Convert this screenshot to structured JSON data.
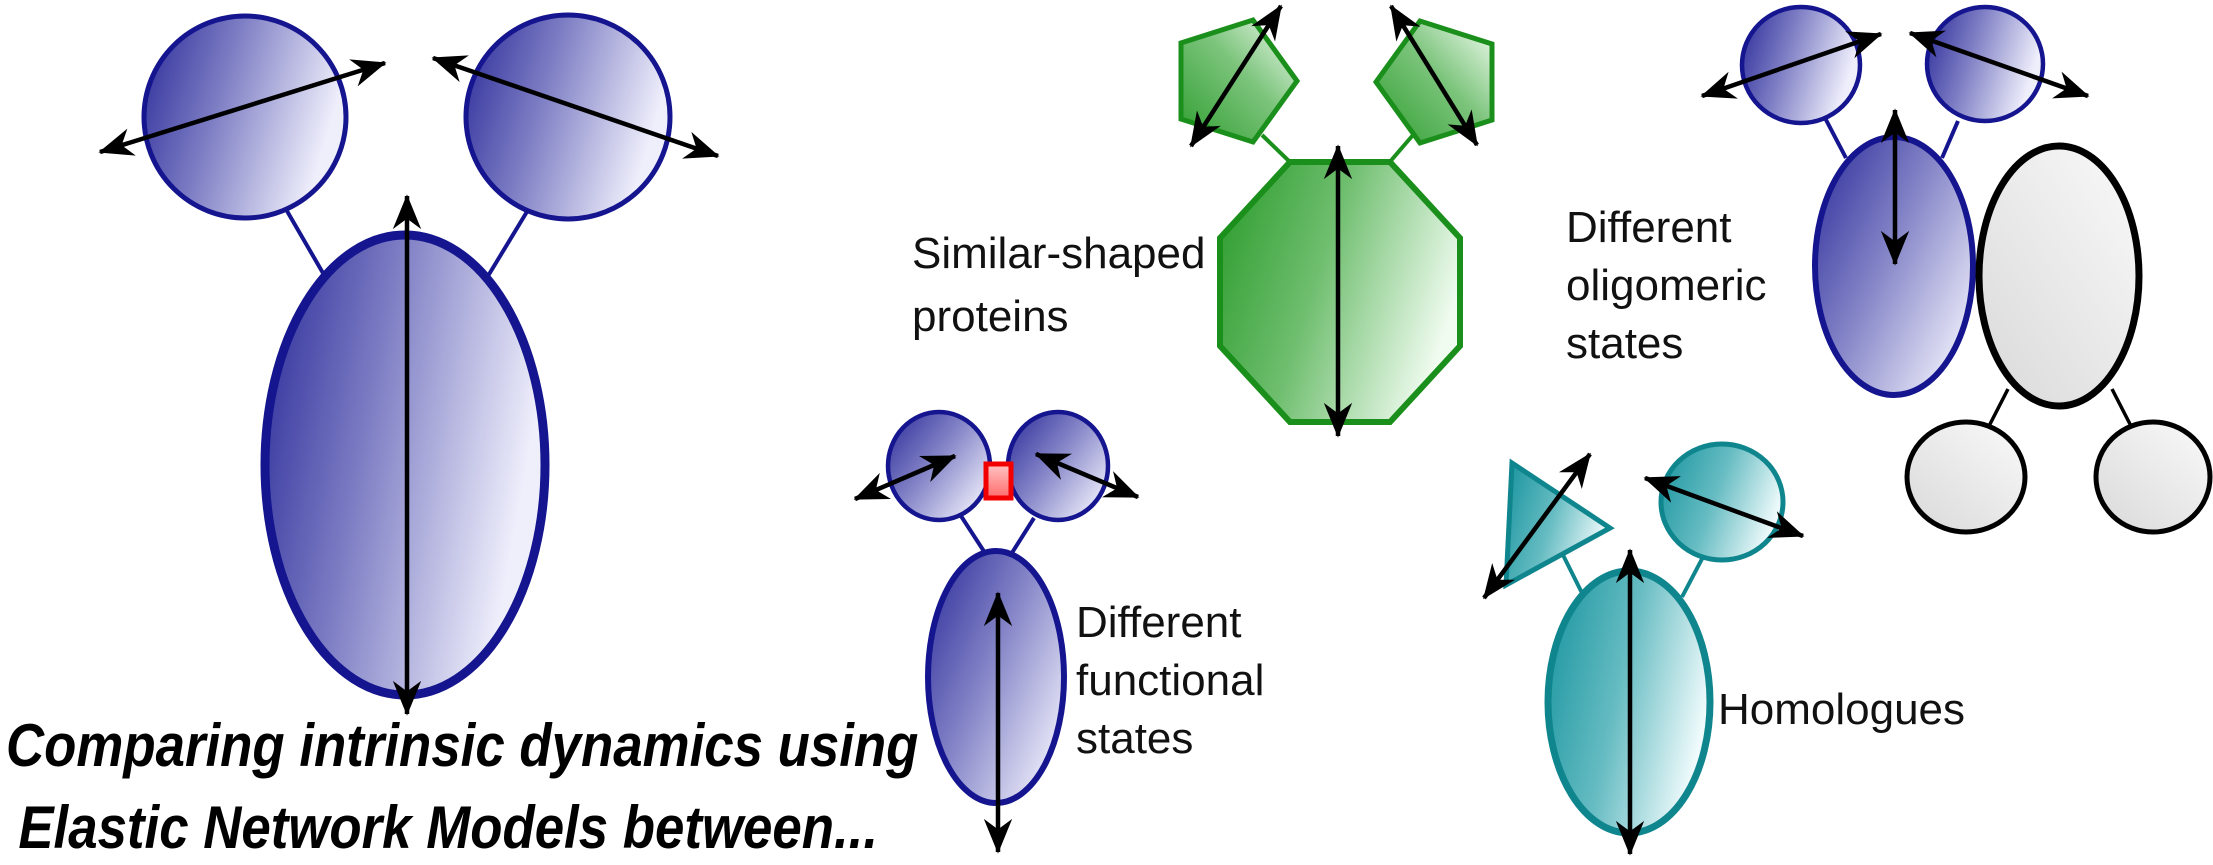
{
  "headline": {
    "line1": "Comparing intrinsic dynamics using",
    "line2": "Elastic Network Models between..."
  },
  "labels": {
    "similar_shaped": {
      "line1": "Similar-shaped",
      "line2": "proteins"
    },
    "functional_states": {
      "line1": "Different",
      "line2": "functional",
      "line3": "states"
    },
    "oligomeric_states": {
      "line1": "Different",
      "line2": "oligomeric",
      "line3": "states"
    },
    "homologues": {
      "line1": "Homologues"
    }
  },
  "palette": {
    "blue_stroke": "#15158f",
    "blue_gradient_dark": "#2a2a99",
    "blue_gradient_light": "#efeffc",
    "green_stroke": "#1b8f1b",
    "green_gradient_dark": "#2f9e2f",
    "green_gradient_light": "#f1fcf1",
    "teal_stroke": "#0f858d",
    "teal_gradient_dark": "#1b95a0",
    "teal_gradient_light": "#eefafb",
    "gray_stroke": "#000000",
    "gray_gradient_dark": "#d9d9d9",
    "gray_gradient_light": "#f8f8f8",
    "red_bond_stroke": "#f20000",
    "red_bond_fill_light": "#ffc4c4",
    "red_bond_fill_dark": "#ff6b6b",
    "arrow_color": "#000000",
    "text_color": "#111111"
  }
}
